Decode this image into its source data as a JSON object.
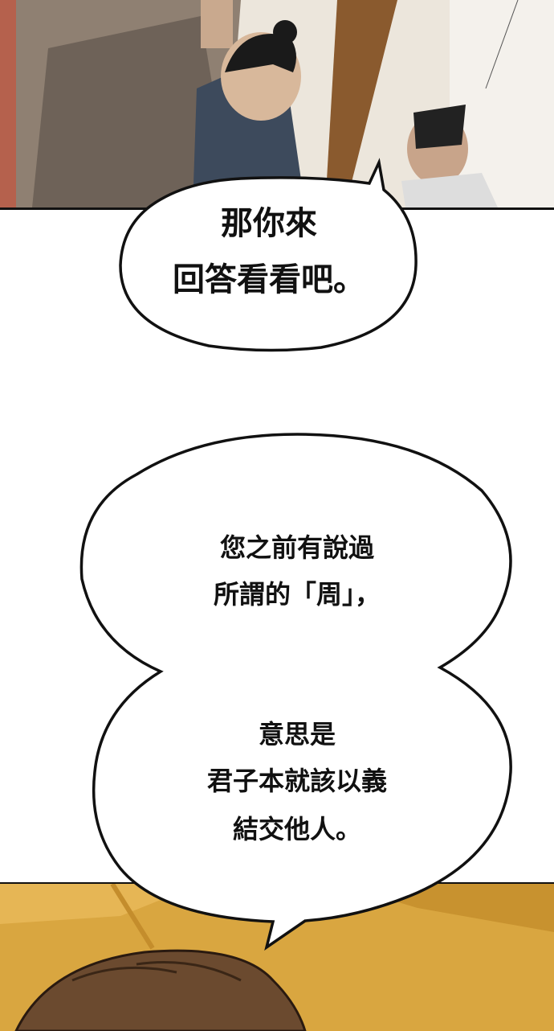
{
  "bubble_1": {
    "lines": [
      "那你來",
      "回答看看吧。"
    ]
  },
  "bubble_2": {
    "upper_lines": [
      "您之前有說過",
      "所謂的「周」，"
    ],
    "lower_lines": [
      "意思是",
      "君子本就該以義",
      "結交他人。"
    ]
  },
  "colors": {
    "ink": "#111111",
    "bottom_panel_bg": "#d9a640",
    "top_panel_bg": "#ece6dc"
  }
}
